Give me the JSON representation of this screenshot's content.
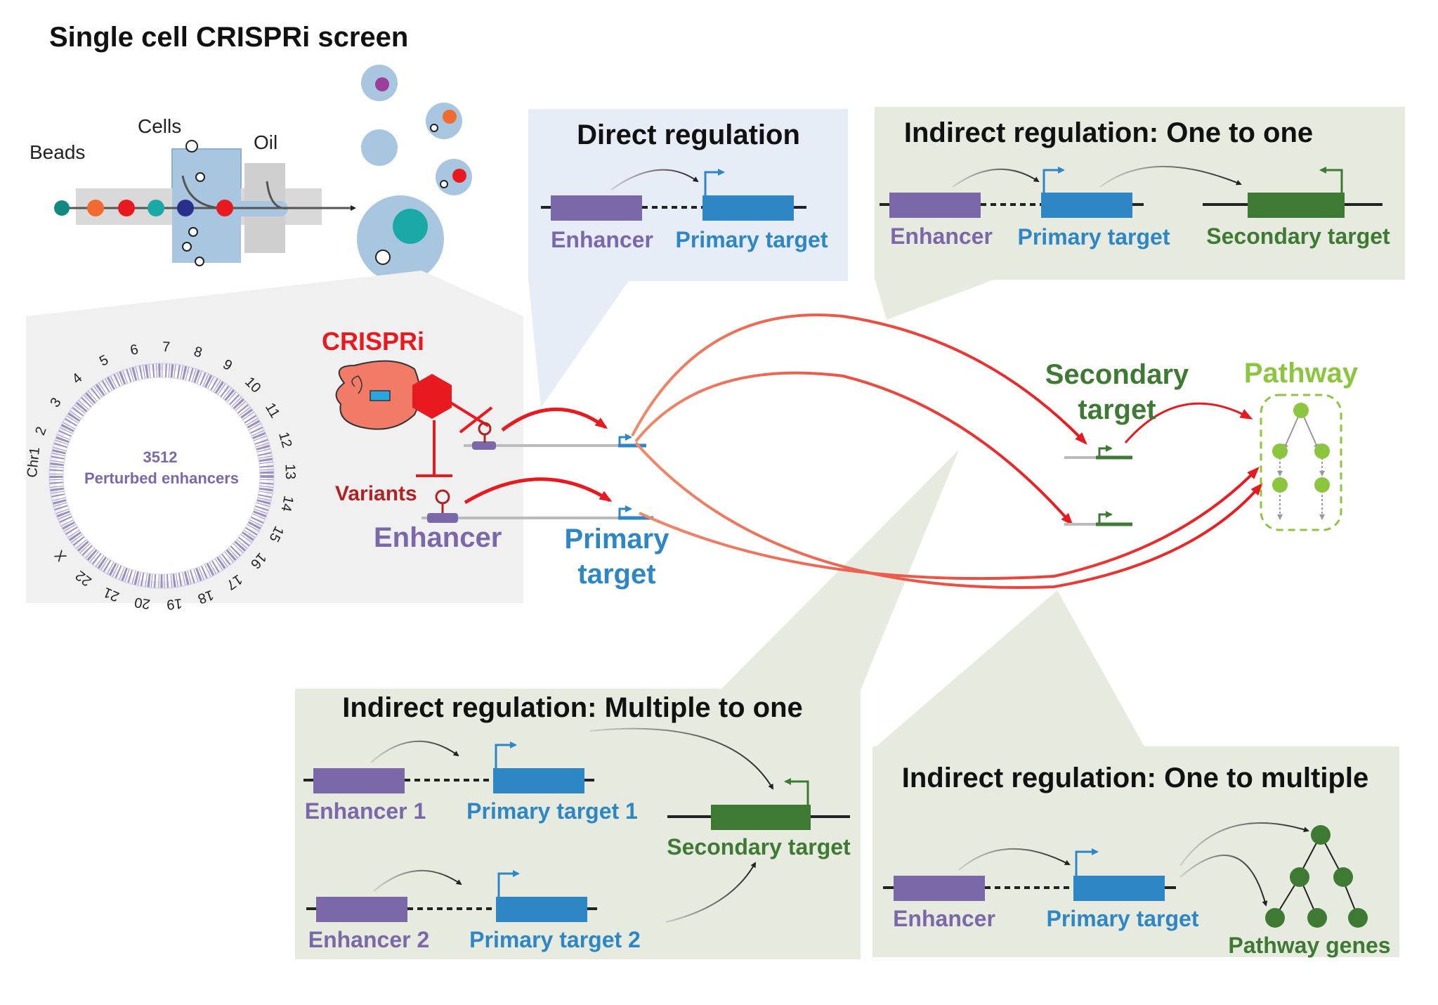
{
  "title": "Single cell CRISPRi screen",
  "microfluidics": {
    "beads_label": "Beads",
    "cells_label": "Cells",
    "oil_label": "Oil"
  },
  "genome": {
    "count": "3512",
    "caption": "Perturbed enhancers",
    "chromosomes": [
      "Chr1",
      "2",
      "3",
      "4",
      "5",
      "6",
      "7",
      "8",
      "9",
      "10",
      "11",
      "12",
      "13",
      "14",
      "15",
      "16",
      "17",
      "18",
      "19",
      "20",
      "21",
      "22",
      "X"
    ]
  },
  "center": {
    "crispri_label": "CRISPRi",
    "variants_label": "Variants",
    "enhancer_label": "Enhancer",
    "primary_label_line1": "Primary",
    "primary_label_line2": "target",
    "secondary_label_line1": "Secondary",
    "secondary_label_line2": "target",
    "pathway_label": "Pathway"
  },
  "panels": {
    "direct": {
      "title": "Direct regulation",
      "enhancer": "Enhancer",
      "primary": "Primary target"
    },
    "one_to_one": {
      "title": "Indirect regulation: One to one",
      "enhancer": "Enhancer",
      "primary": "Primary target",
      "secondary": "Secondary target"
    },
    "multiple_to_one": {
      "title": "Indirect regulation: Multiple to one",
      "enhancer1": "Enhancer 1",
      "primary1": "Primary target 1",
      "enhancer2": "Enhancer 2",
      "primary2": "Primary target 2",
      "secondary": "Secondary target"
    },
    "one_to_multiple": {
      "title": "Indirect regulation: One to multiple",
      "enhancer": "Enhancer",
      "primary": "Primary target",
      "pathway_genes": "Pathway genes"
    }
  },
  "colors": {
    "enhancer": "#7b68a8",
    "primary": "#2e87c4",
    "secondary": "#3f7a34",
    "pathway": "#8cc63f",
    "crispri": "#e8191f",
    "variants": "#b22222",
    "panel_blue": "#e6edf6",
    "panel_green": "#e6eadf",
    "panel_gray": "#f0f0f0"
  }
}
